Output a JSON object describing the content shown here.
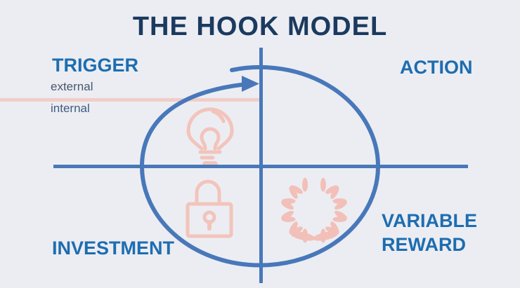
{
  "title": "THE HOOK MODEL",
  "background_color": "#ecedf2",
  "colors": {
    "title_navy": "#1b3a5f",
    "quadrant_label_blue": "#1d6db1",
    "sub_label_gray": "#44586f",
    "loop_and_axes_blue": "#4878ba",
    "icon_pink": "#f2c4bb",
    "divider_pink": "#f2cdc8"
  },
  "quadrants": {
    "trigger": {
      "label": "TRIGGER",
      "sublabels": [
        "external",
        "internal"
      ],
      "icon": "lightbulb-icon"
    },
    "action": {
      "label": "ACTION"
    },
    "variable_reward": {
      "label": "VARIABLE REWARD",
      "line1": "VARIABLE",
      "line2": "REWARD",
      "icon": "laurel-wreath-icon"
    },
    "investment": {
      "label": "INVESTMENT",
      "icon": "lock-icon"
    }
  },
  "diagram": {
    "type": "cycle",
    "flow_order": [
      "TRIGGER",
      "ACTION",
      "VARIABLE REWARD",
      "INVESTMENT"
    ],
    "direction": "clockwise"
  }
}
